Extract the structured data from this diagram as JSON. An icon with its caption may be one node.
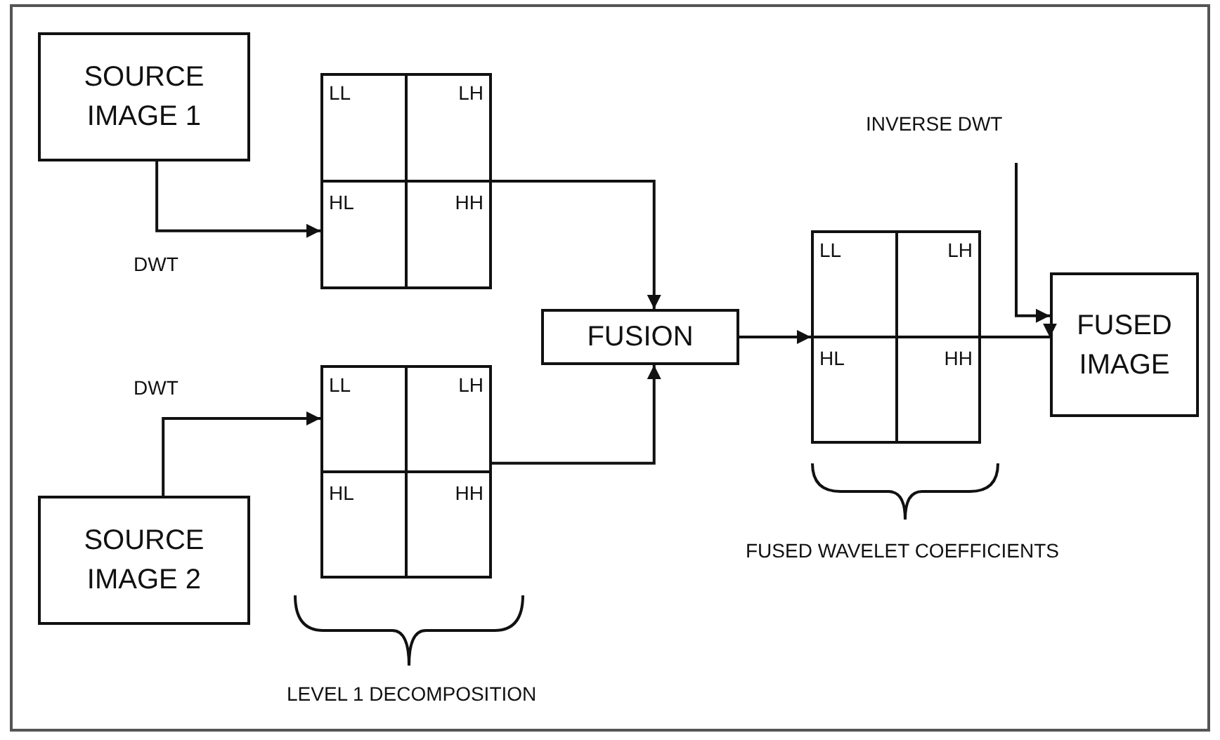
{
  "diagram": {
    "nodes": [
      {
        "text": [
          "SOURCE IMAGE 1"
        ]
      },
      {
        "text": [],
        "shape": "box"
      },
      {
        "text": [
          "LL"
        ],
        "in": 1
      },
      {
        "text": [
          "LH"
        ],
        "in": 1
      },
      {
        "text": [
          "HL"
        ],
        "in": 1
      },
      {
        "text": [
          "HH"
        ],
        "in": 1
      },
      {
        "text": [
          "INVERSE DWT"
        ]
      },
      {
        "text": [
          "FUSION"
        ]
      },
      {
        "text": [],
        "shape": "box"
      },
      {
        "text": [
          "LL"
        ],
        "in": 8
      },
      {
        "text": [
          "LH"
        ],
        "in": 8
      },
      {
        "text": [
          "HL"
        ],
        "in": 8
      },
      {
        "text": [
          "HH"
        ],
        "in": 8
      },
      {
        "text": [
          "FUSED IMAGE"
        ]
      },
      {
        "text": [],
        "shape": "box"
      },
      {
        "text": [
          "LL"
        ],
        "in": 14
      },
      {
        "text": [
          "LH"
        ],
        "in": 14
      },
      {
        "text": [
          "HL"
        ],
        "in": 14
      },
      {
        "text": [
          "HH"
        ],
        "in": 14
      },
      {
        "text": [
          "SOURCE IMAGE 2"
        ]
      }
    ],
    "edges": [
      {
        "from": 0,
        "to": 1,
        "arrow": "to",
        "label": "DWT"
      },
      {
        "from": 1,
        "to": 7,
        "arrow": "to"
      },
      {
        "from": 14,
        "to": 7,
        "arrow": "to"
      },
      {
        "from": 19,
        "to": 14,
        "arrow": "to",
        "label": "DWT"
      },
      {
        "from": 7,
        "to": 8,
        "arrow": "to"
      },
      {
        "from": 8,
        "to": 13,
        "arrow": "to"
      },
      {
        "from": 6,
        "to": 13,
        "arrow": "to"
      }
    ],
    "labels": [
      "FUSED WAVELET COEFFICIENTS",
      "LEVEL 1 DECOMPOSITION"
    ]
  }
}
